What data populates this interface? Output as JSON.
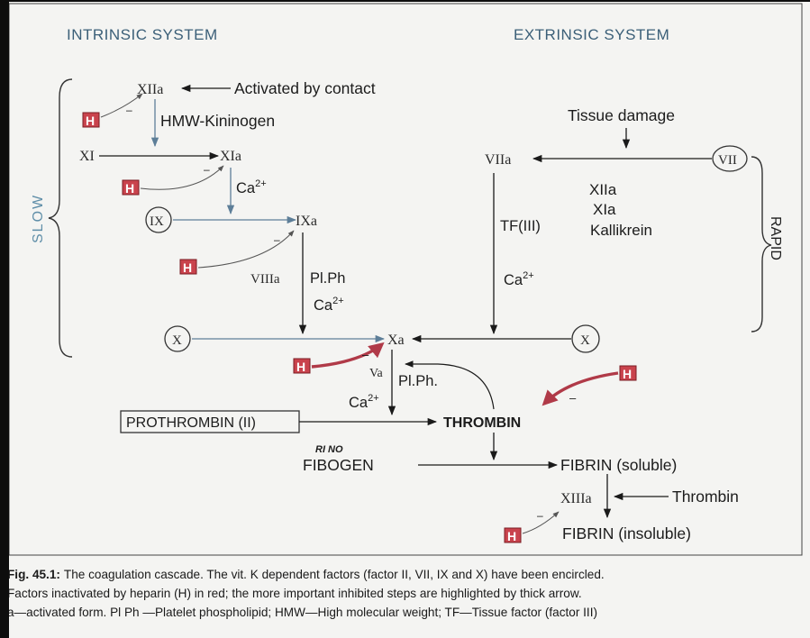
{
  "headers": {
    "intrinsic": "INTRINSIC SYSTEM",
    "extrinsic": "EXTRINSIC SYSTEM"
  },
  "side_labels": {
    "slow": "SLOW",
    "rapid": "RAPID"
  },
  "heparin_label": "H",
  "minus": "–",
  "intrinsic": {
    "xiia": "XIIa",
    "activated_by_contact": "Activated by contact",
    "hmw_kininogen": "HMW-Kininogen",
    "xi": "XI",
    "xia": "XIa",
    "ca_1": "Ca",
    "ix": "IX",
    "ixa": "IXa",
    "viiia": "VIIIa",
    "plph_1": "Pl.Ph",
    "ca_2": "Ca",
    "x": "X"
  },
  "superscript": "2+",
  "extrinsic": {
    "tissue_damage": "Tissue damage",
    "viia": "VIIa",
    "vii": "VII",
    "tf": "TF(III)",
    "ca": "Ca",
    "xiia": "XIIa",
    "xia": "XIa",
    "kallikrein": "Kallikrein",
    "x": "X"
  },
  "common": {
    "xa": "Xa",
    "va": "Va",
    "plph": "Pl.Ph.",
    "ca": "Ca",
    "prothrombin": "PROTHROMBIN (II)",
    "thrombin": "THROMBIN",
    "handwritten_note": "RI NO",
    "fibogen": "FIBOGEN",
    "fibrin_soluble": "FIBRIN (soluble)",
    "xiiia": "XIIIa",
    "thrombin_2": "Thrombin",
    "fibrin_insoluble": "FIBRIN (insoluble)"
  },
  "caption": {
    "label": "Fig. 45.1:",
    "line1": "The coagulation cascade. The vit. K dependent factors (factor II, VII, IX and X) have been encircled.",
    "line2": "Factors inactivated by heparin (H) in red; the more important inhibited steps are highlighted by thick arrow.",
    "line3": "a—activated form. Pl Ph —Platelet phospholipid; HMW—High molecular weight; TF—Tissue factor (factor III)"
  },
  "colors": {
    "arrow": "#1a1a1a",
    "blue_arrow": "#5d7e98",
    "heparin_box": "#c9434d",
    "heparin_thick": "#b03a48",
    "header": "#3b5f78"
  }
}
